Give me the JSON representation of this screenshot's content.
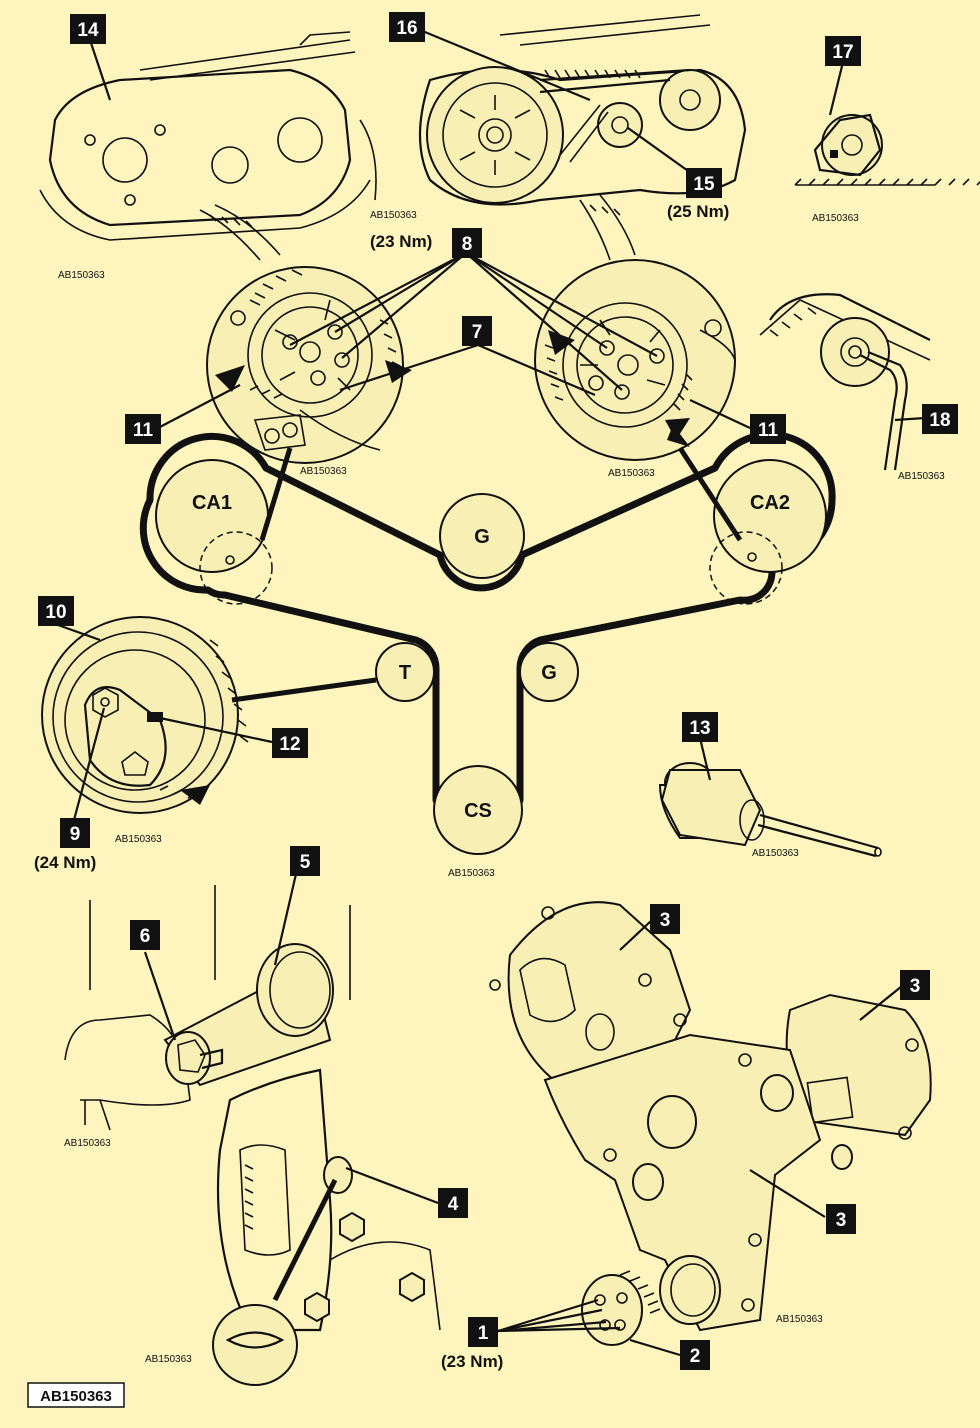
{
  "callouts": {
    "c1": "1",
    "c2": "2",
    "c3a": "3",
    "c3b": "3",
    "c3c": "3",
    "c4": "4",
    "c5": "5",
    "c6": "6",
    "c7": "7",
    "c8": "8",
    "c9": "9",
    "c10": "10",
    "c11a": "11",
    "c11b": "11",
    "c12": "12",
    "c13": "13",
    "c14": "14",
    "c15": "15",
    "c16": "16",
    "c17": "17",
    "c18": "18"
  },
  "torques": {
    "t8": "(23 Nm)",
    "t15": "(25 Nm)",
    "t9": "(24 Nm)",
    "t1": "(23 Nm)"
  },
  "pulleys": {
    "ca1": "CA1",
    "ca2": "CA2",
    "g_top": "G",
    "g_low": "G",
    "t": "T",
    "cs": "CS"
  },
  "ref_code": "AB150363",
  "footer_code": "AB150363",
  "colors": {
    "background": "#fdf5bd",
    "ink": "#111111"
  }
}
